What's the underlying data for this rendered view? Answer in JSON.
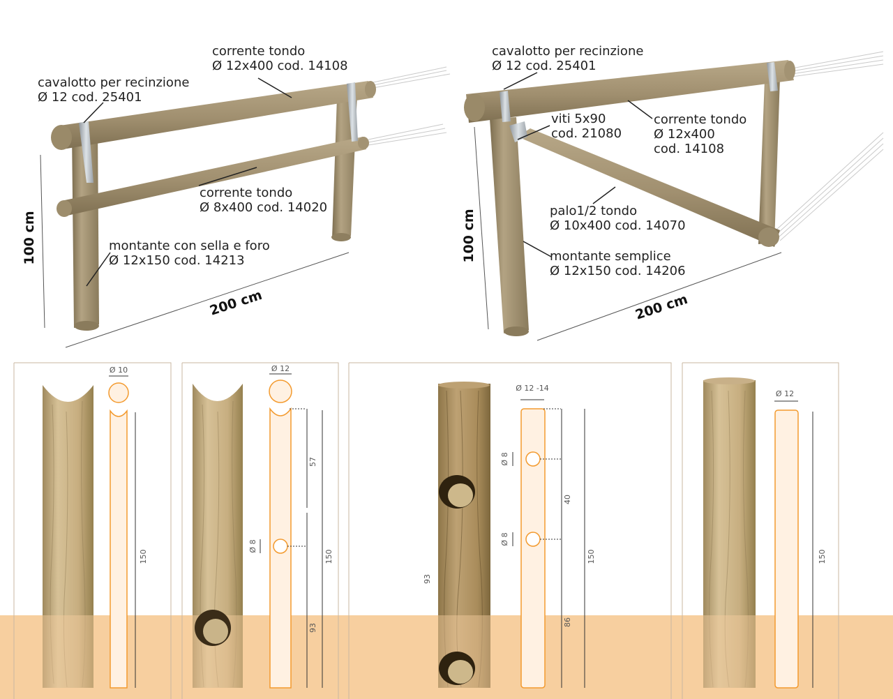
{
  "colors": {
    "wood": "#a59575",
    "wood_dark": "#847556",
    "ground": "#f7cf9f",
    "outline": "#f39a2e",
    "panel_border": "#c9b7a2"
  },
  "fence_left": {
    "bracket_label": [
      "cavalotto per recinzione",
      "Ø 12 cod. 25401"
    ],
    "top_rail_label": [
      "corrente tondo",
      "Ø 12x400 cod. 14108"
    ],
    "lower_rail_label": [
      "corrente tondo",
      "Ø 8x400 cod. 14020"
    ],
    "post_label": [
      "montante con sella e foro",
      "Ø 12x150 cod. 14213"
    ],
    "height": "100 cm",
    "width": "200 cm"
  },
  "fence_right": {
    "bracket_label": [
      "cavalotto per recinzione",
      "Ø 12 cod. 25401"
    ],
    "screw_label": [
      "viti 5x90",
      "cod. 21080"
    ],
    "rail_label": [
      "corrente  tondo",
      "Ø 12x400",
      "cod. 14108"
    ],
    "brace_label": [
      "palo1/2 tondo",
      "Ø 10x400 cod. 14070"
    ],
    "post_label": [
      "montante semplice",
      "Ø 12x150 cod. 14206"
    ],
    "height": "100 cm",
    "width": "200 cm"
  },
  "panels": [
    {
      "diameter": "Ø 10",
      "length": "150"
    },
    {
      "diameter": "Ø 12",
      "top_segment": "57",
      "hole": "Ø 8",
      "length": "150",
      "bottom_segment": "93"
    },
    {
      "diameter": "Ø 12 -14",
      "hole_top": "Ø 8",
      "hole_bottom": "Ø 8",
      "spacing": "40",
      "length": "150",
      "bottom_segment": "86",
      "side_segment": "93"
    },
    {
      "diameter": "Ø 12",
      "length": "150"
    }
  ]
}
